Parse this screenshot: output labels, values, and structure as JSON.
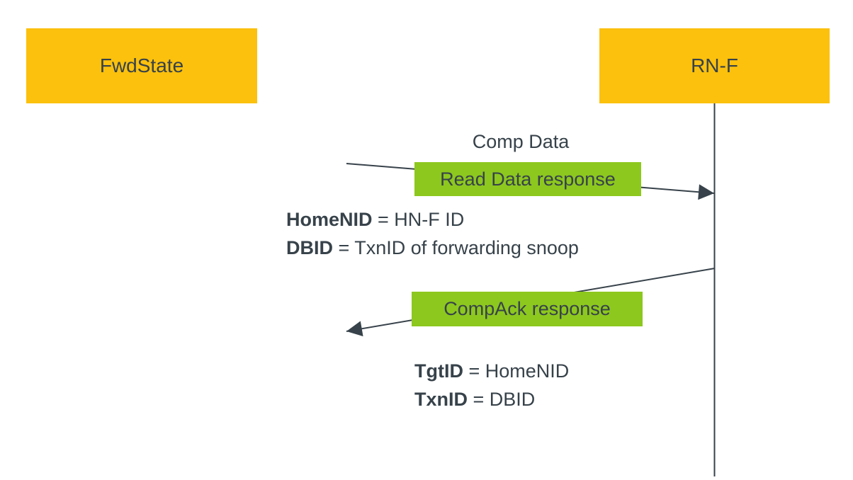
{
  "diagram": {
    "type": "sequence-diagram",
    "actors": [
      {
        "id": "fwdstate",
        "label": "FwdState"
      },
      {
        "id": "rn-f",
        "label": "RN-F"
      }
    ],
    "messages": [
      {
        "caption": "Comp Data",
        "label": "Read Data response",
        "from": "FwdState side",
        "to": "RN-F",
        "direction": "left-to-right"
      },
      {
        "caption": "",
        "label": "CompAck response",
        "from": "RN-F",
        "to": "FwdState side",
        "direction": "right-to-left"
      }
    ],
    "notes": [
      {
        "lines": [
          {
            "field": "HomeNID",
            "value": " = HN-F ID"
          },
          {
            "field": "DBID",
            "value": " = TxnID of forwarding snoop"
          }
        ]
      },
      {
        "lines": [
          {
            "field": "TgtID",
            "value": " = HomeNID"
          },
          {
            "field": "TxnID",
            "value": " = DBID"
          }
        ]
      }
    ],
    "colors": {
      "actor_fill": "#FCC10D",
      "message_label_fill": "#8DC81E",
      "text": "#37424A",
      "arrow": "#37424A",
      "background": "#FFFFFF"
    }
  }
}
